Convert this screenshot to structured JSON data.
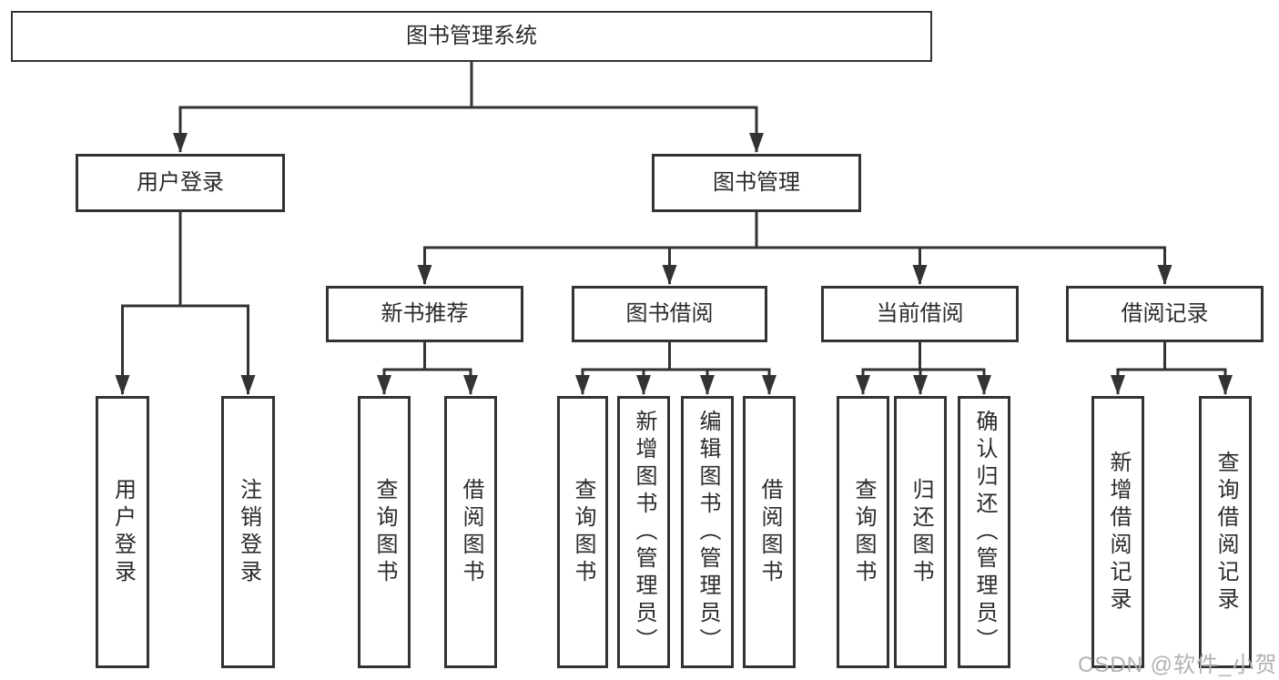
{
  "diagram": {
    "tree": {
      "root": {
        "label": "图书管理系统"
      },
      "branches": [
        {
          "label": "用户登录",
          "leaves": [
            {
              "label": "用户登录"
            },
            {
              "label": "注销登录"
            }
          ]
        },
        {
          "label": "图书管理",
          "children": [
            {
              "label": "新书推荐",
              "leaves": [
                {
                  "label": "查询图书"
                },
                {
                  "label": "借阅图书"
                }
              ]
            },
            {
              "label": "图书借阅",
              "leaves": [
                {
                  "label": "查询图书"
                },
                {
                  "label": "新增图书（管理员）"
                },
                {
                  "label": "编辑图书（管理员）"
                },
                {
                  "label": "借阅图书"
                }
              ]
            },
            {
              "label": "当前借阅",
              "leaves": [
                {
                  "label": "查询图书"
                },
                {
                  "label": "归还图书"
                },
                {
                  "label": "确认归还（管理员）"
                }
              ]
            },
            {
              "label": "借阅记录",
              "leaves": [
                {
                  "label": "新增借阅记录"
                },
                {
                  "label": "查询借阅记录"
                }
              ]
            }
          ]
        }
      ]
    },
    "colors": {
      "line": "#333333",
      "text": "#2b2b2b",
      "box_background": "#ffffff",
      "page_background": "#ffffff",
      "watermark": "#b2b2b2"
    }
  },
  "watermark": {
    "text": "CSDN @软件_小贺同学"
  }
}
